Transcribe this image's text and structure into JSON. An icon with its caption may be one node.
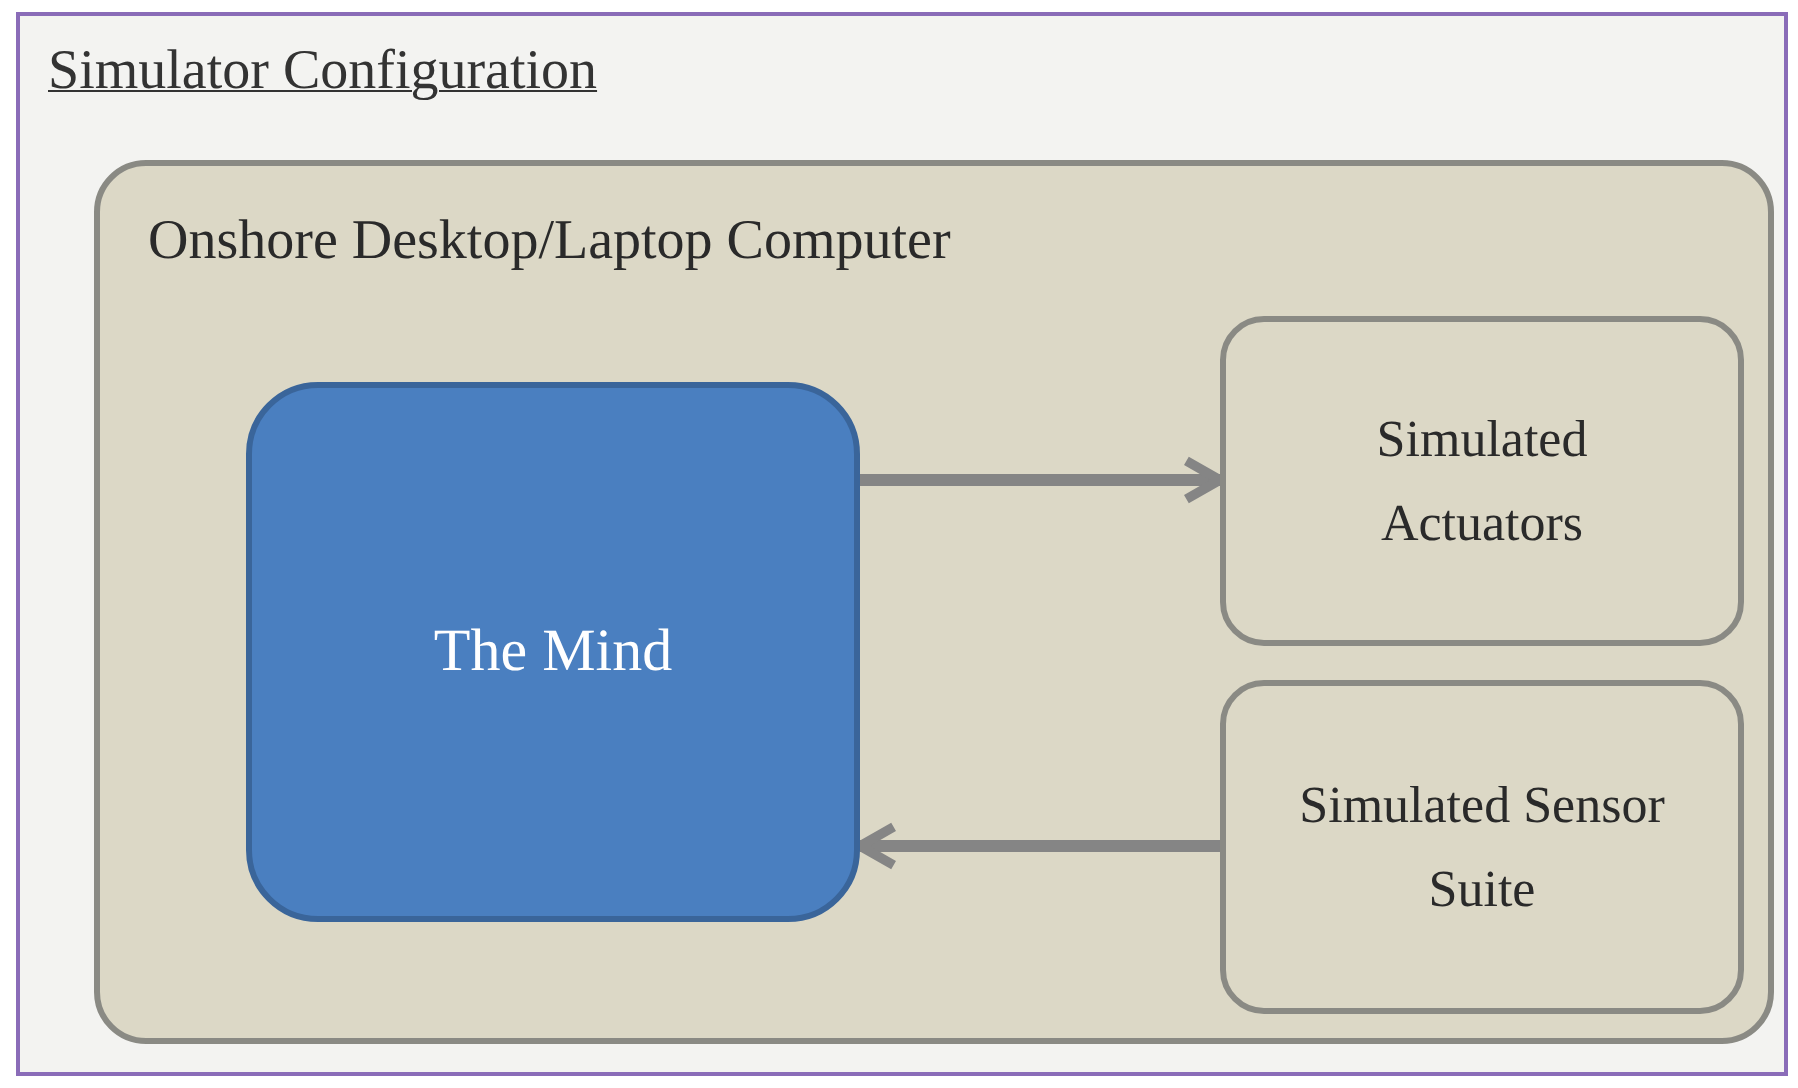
{
  "diagram": {
    "nodes": [
      {
        "text": [
          "Simulator Configuration"
        ]
      },
      {
        "text": [
          "Onshore Desktop/Laptop Computer"
        ],
        "in": 0
      },
      {
        "text": [
          "The Mind"
        ],
        "in": 1
      },
      {
        "text": [
          "Simulated Actuators"
        ],
        "in": 1
      },
      {
        "text": [
          "Simulated Sensor Suite"
        ],
        "in": 1
      }
    ],
    "edges": [
      {
        "from": 2,
        "to": 3,
        "arrow": "to"
      },
      {
        "from": 4,
        "to": 2,
        "arrow": "to"
      }
    ]
  }
}
